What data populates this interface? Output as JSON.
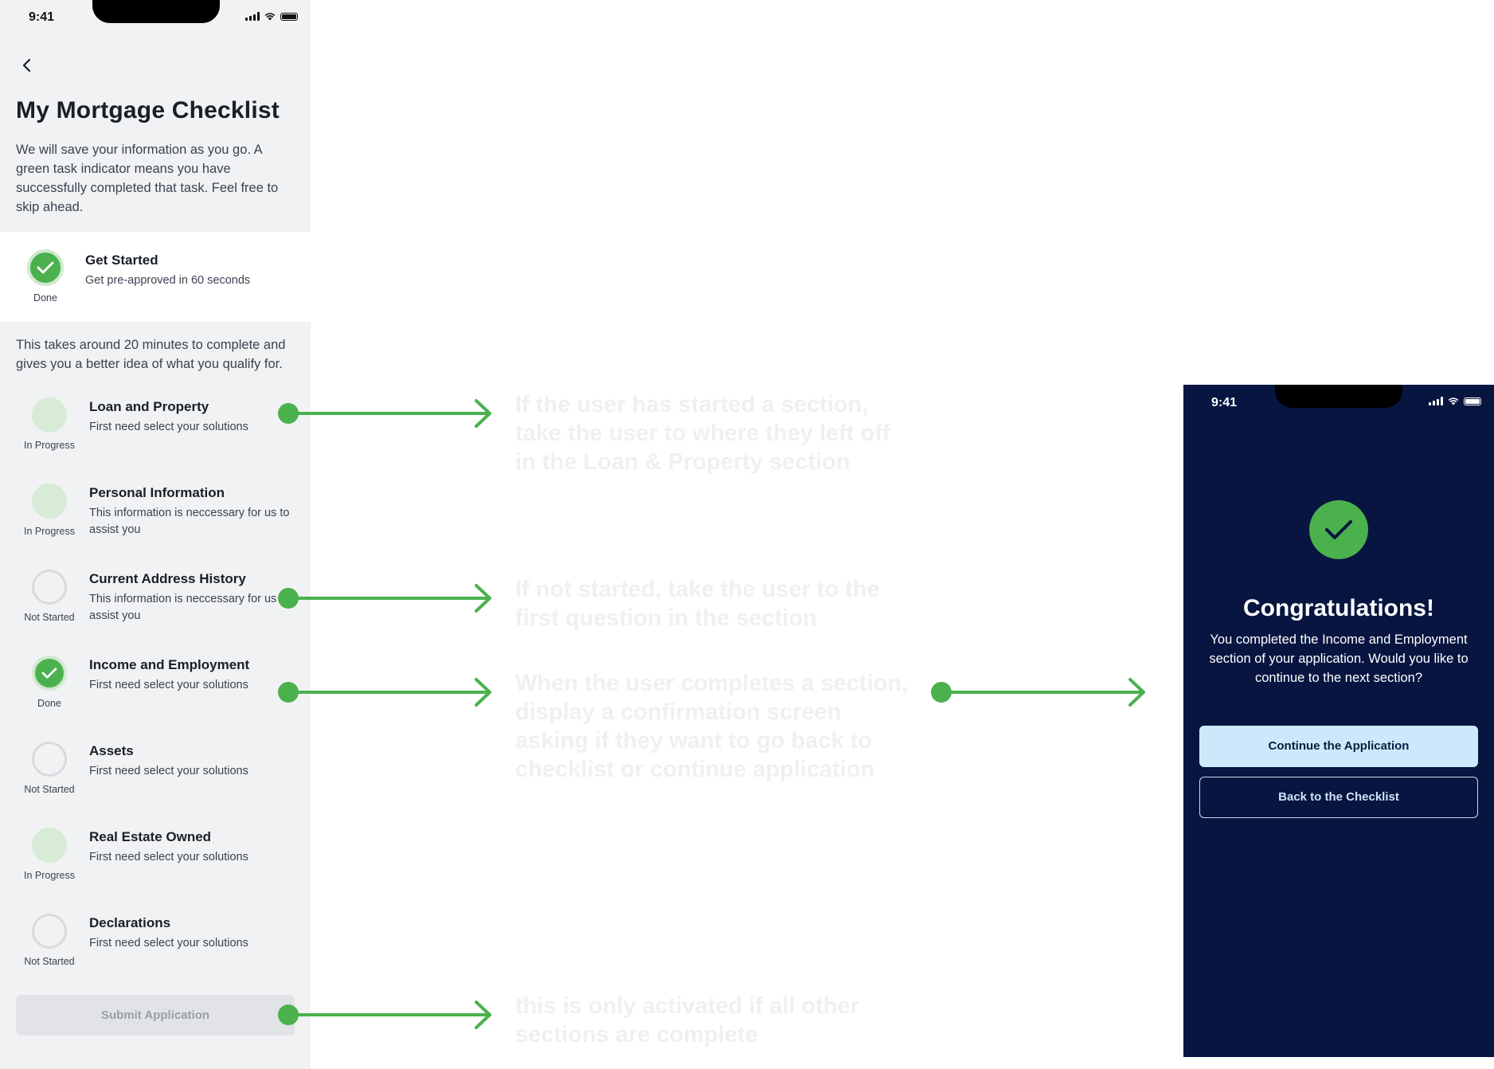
{
  "checklist_screen": {
    "status_time": "9:41",
    "title": "My Mortgage Checklist",
    "intro": "We will save your information as you go. A green task indicator means you have successfully completed that task. Feel free to skip ahead.",
    "get_started": {
      "title": "Get Started",
      "subtitle": "Get pre-approved in 60 seconds",
      "status": "Done"
    },
    "time_note": "This takes around 20 minutes to complete and gives you a better idea of what you qualify for.",
    "tasks": [
      {
        "title": "Loan and Property",
        "subtitle": "First need select your solutions",
        "status": "In Progress"
      },
      {
        "title": "Personal Information",
        "subtitle": "This information is neccessary for us to assist you",
        "status": "In Progress"
      },
      {
        "title": "Current Address History",
        "subtitle": "This information is neccessary for us to assist you",
        "status": "Not Started"
      },
      {
        "title": "Income and Employment",
        "subtitle": "First need select your solutions",
        "status": "Done"
      },
      {
        "title": "Assets",
        "subtitle": "First need select your solutions",
        "status": "Not Started"
      },
      {
        "title": "Real Estate Owned",
        "subtitle": "First need select your solutions",
        "status": "In Progress"
      },
      {
        "title": "Declarations",
        "subtitle": "First need select your solutions",
        "status": "Not Started"
      }
    ],
    "submit_label": "Submit Application"
  },
  "annotations": {
    "started_note": "If the user has started a section, take the user to where they left off in the Loan & Property section",
    "not_started_note": "If not started, take the user to the first question in the section",
    "completed_note": "When the user completes a section, display a confirmation screen asking if they want to go back to checklist or continue application",
    "submit_note": "this is only activated if all other sections are complete"
  },
  "confirmation_screen": {
    "status_time": "9:41",
    "title": "Congratulations!",
    "body": "You completed the Income and Employment section of your application. Would you like to continue to the next section?",
    "primary_label": "Continue the Application",
    "secondary_label": "Back to the Checklist"
  },
  "colors": {
    "success_green": "#4bb14d",
    "in_progress_green": "#d7ebd7",
    "navy": "#071540",
    "light_blue_button": "#cce9fb"
  },
  "icons": [
    "back-chevron-icon",
    "check-icon",
    "signal-icon",
    "wifi-icon",
    "battery-icon",
    "arrow-right-icon"
  ]
}
